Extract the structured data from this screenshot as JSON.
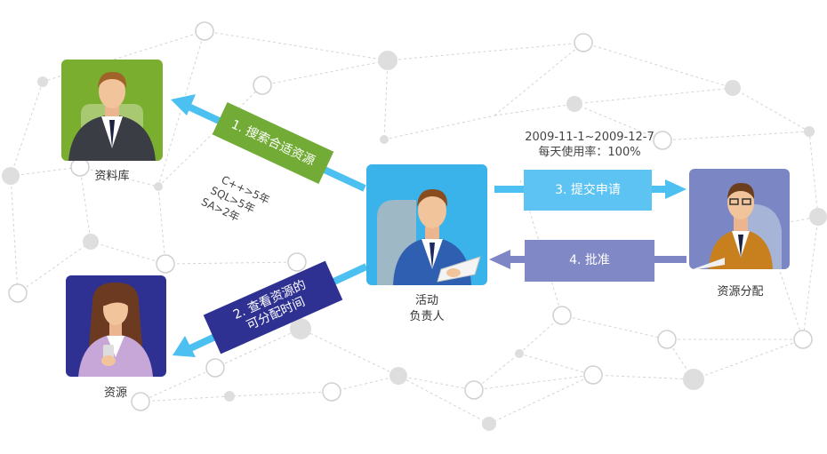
{
  "nodes": {
    "database": {
      "label": "资料库",
      "color": "#7aae2f"
    },
    "activity_owner": {
      "label_line1": "活动",
      "label_line2": "负责人",
      "color": "#3ab3ea"
    },
    "resource_allocation": {
      "label": "资源分配",
      "color": "#7b86c4"
    },
    "resource": {
      "label": "资源",
      "color": "#2e3192"
    }
  },
  "steps": {
    "step1": {
      "label": "1. 搜索合适资源",
      "color": "#72ac36"
    },
    "step2": {
      "label_line1": "2. 查看资源的",
      "label_line2": "可分配时间",
      "color": "#2e3192"
    },
    "step3": {
      "label": "3. 提交申请",
      "color": "#5cc3f2"
    },
    "step4": {
      "label": "4. 批准",
      "color": "#8088c6"
    }
  },
  "criteria": {
    "line1": "C++>5年",
    "line2": "SQL>5年",
    "line3": "SA>2年"
  },
  "usage": {
    "line1": "2009-11-1~2009-12-7",
    "line2": "每天使用率：100%"
  },
  "colors": {
    "arrow_blue": "#4dc0f2",
    "arrow_purple": "#7e86c5",
    "network_line": "#d0d0d0",
    "network_node": "#dcdcdc"
  }
}
